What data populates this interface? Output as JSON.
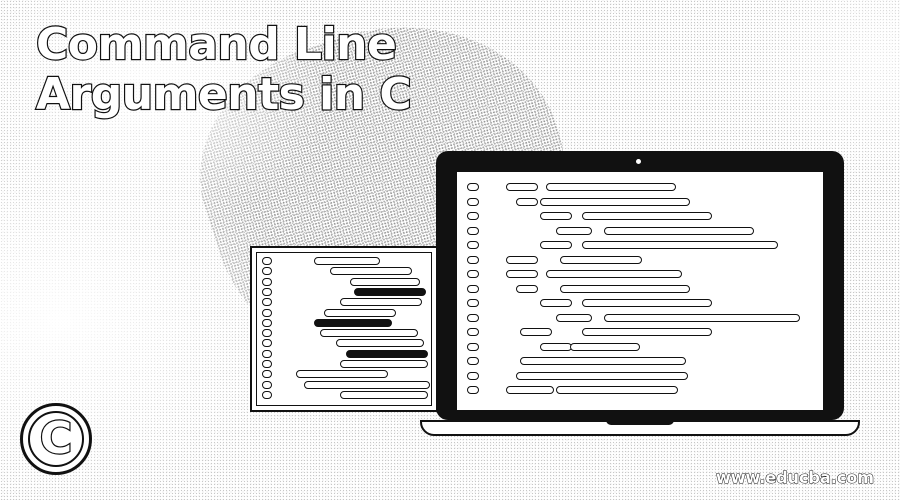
{
  "banner": {
    "title_line1": "Command Line",
    "title_line2": "Arguments in C",
    "logo_letter": "C",
    "website": "www.educba.com"
  },
  "illustration": {
    "laptop_icon": "laptop-icon",
    "code_window_icon": "code-window-icon",
    "logo_icon": "c-language-logo-icon"
  }
}
